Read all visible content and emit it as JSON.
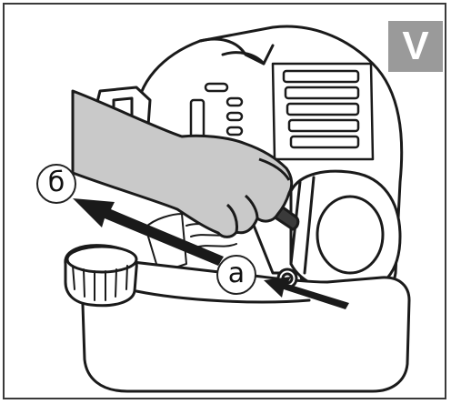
{
  "step": {
    "label": "V",
    "badge_color": "#9a9a9a"
  },
  "callouts": {
    "b": "б",
    "a": "a"
  },
  "colors": {
    "line": "#1a1a1a",
    "hand": "#c9c9c9",
    "body": "#ffffff"
  },
  "icons": [
    "arrow-pull-icon",
    "arrow-press-icon"
  ]
}
